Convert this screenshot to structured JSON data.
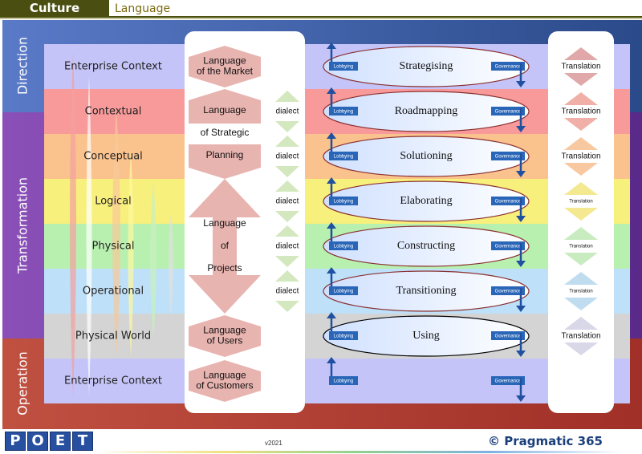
{
  "header": {
    "tab": "Culture",
    "subtitle": "Language"
  },
  "phases": [
    "Direction",
    "Transformation",
    "Operation"
  ],
  "layers": [
    {
      "label": "Enterprise Context",
      "color": "#c4c4f8"
    },
    {
      "label": "Contextual",
      "color": "#f89a9a"
    },
    {
      "label": "Conceptual",
      "color": "#fac28c"
    },
    {
      "label": "Logical",
      "color": "#f8f07c"
    },
    {
      "label": "Physical",
      "color": "#b8f0b0"
    },
    {
      "label": "Operational",
      "color": "#bee0f8"
    },
    {
      "label": "Physical World",
      "color": "#d4d4d4"
    },
    {
      "label": "Enterprise Context",
      "color": "#c4c4f8"
    }
  ],
  "languages": {
    "market": [
      "Language",
      "of the Market"
    ],
    "strategic": [
      "Language",
      "of Strategic",
      "Planning"
    ],
    "projects": [
      "Language",
      "of",
      "Projects"
    ],
    "users": [
      "Language",
      "of Users"
    ],
    "customers": [
      "Language",
      "of Customers"
    ]
  },
  "dialect_label": "dialect",
  "activities": [
    "Strategising",
    "Roadmapping",
    "Solutioning",
    "Elaborating",
    "Constructing",
    "Transitioning",
    "Using"
  ],
  "lobbying_label": "Lobbying",
  "governance_label": "Governance",
  "translation_label": "Translation",
  "colors": {
    "direction_band": "#2a4a8a",
    "transformation_band": "#5a2a8a",
    "operation_band": "#a03028",
    "lobbying_box": "#2a66b8",
    "arrow": "#2050a0",
    "translation_arrow": "#e0a8a8"
  },
  "footer": {
    "version": "v2021",
    "brand": "© Pragmatic 365",
    "logo": [
      "P",
      "O",
      "E",
      "T"
    ]
  }
}
